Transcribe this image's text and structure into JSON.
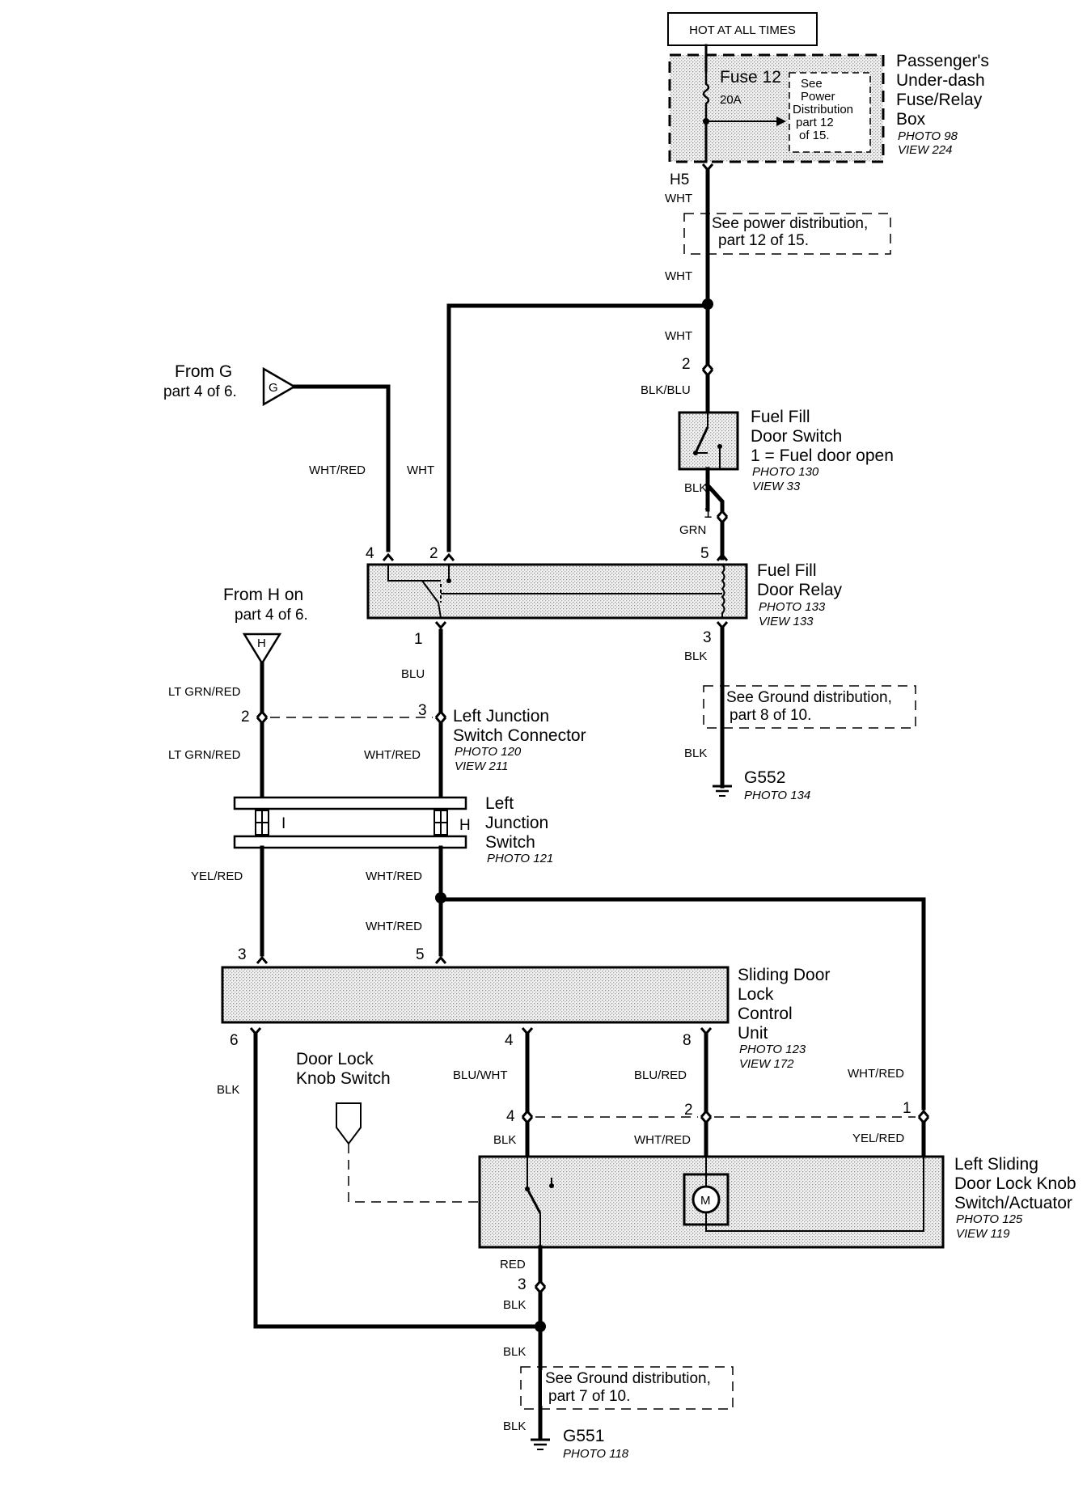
{
  "labels": {
    "hot": "HOT AT ALL TIMES",
    "fuse_box": [
      "Passenger's",
      "Under-dash",
      "Fuse/Relay",
      "Box"
    ],
    "fuse_box_photo": "PHOTO 98",
    "fuse_box_view": "VIEW 224",
    "fuse_name": "Fuse 12",
    "fuse_rating": "20A",
    "fuse_note": [
      "See",
      "Power",
      "Distribution",
      "part 12",
      "of 15."
    ],
    "h5": "H5",
    "power_note": [
      "See power distribution,",
      "part 12 of 15."
    ],
    "from_g": [
      "From G",
      "part 4 of 6."
    ],
    "g_sym": "G",
    "from_h": [
      "From H on",
      "part 4 of 6."
    ],
    "h_sym": "H",
    "fuel_switch": [
      "Fuel Fill",
      "Door Switch",
      "1 = Fuel door open"
    ],
    "fuel_switch_photo": "PHOTO 130",
    "fuel_switch_view": "VIEW 33",
    "relay": [
      "Fuel Fill",
      "Door Relay"
    ],
    "relay_photo": "PHOTO 133",
    "relay_view": "VIEW 133",
    "gnd8_note": [
      "See Ground distribution,",
      "part 8 of 10."
    ],
    "g552": "G552",
    "g552_photo": "PHOTO 134",
    "ljsc": [
      "Left Junction",
      "Switch Connector"
    ],
    "ljsc_photo": "PHOTO 120",
    "ljsc_view": "VIEW 211",
    "ljs": [
      "Left",
      "Junction",
      "Switch"
    ],
    "ljs_photo": "PHOTO 121",
    "ljs_pos_i": "I",
    "ljs_pos_h": "H",
    "sdlcu": [
      "Sliding Door",
      "Lock",
      "Control",
      "Unit"
    ],
    "sdlcu_photo": "PHOTO 123",
    "sdlcu_view": "VIEW 172",
    "knob_switch": [
      "Door Lock",
      "Knob Switch"
    ],
    "actuator": [
      "Left Sliding",
      "Door Lock Knob",
      "Switch/Actuator"
    ],
    "actuator_photo": "PHOTO 125",
    "actuator_view": "VIEW 119",
    "motor": "M",
    "gnd7_note": [
      "See Ground distribution,",
      "part 7 of 10."
    ],
    "g551": "G551",
    "g551_photo": "PHOTO 118"
  },
  "wires": {
    "wht_a": "WHT",
    "wht_b": "WHT",
    "wht_c": "WHT",
    "wht_d": "WHT",
    "blk_blu": "BLK/BLU",
    "blk_a": "BLK",
    "grn": "GRN",
    "wht_red_a": "WHT/RED",
    "blk_b": "BLK",
    "blk_c": "BLK",
    "lt_grn_red_a": "LT GRN/RED",
    "lt_grn_red_b": "LT GRN/RED",
    "blu": "BLU",
    "wht_red_b": "WHT/RED",
    "yel_red_a": "YEL/RED",
    "wht_red_c": "WHT/RED",
    "wht_red_d": "WHT/RED",
    "blk_d": "BLK",
    "blu_wht": "BLU/WHT",
    "blu_red": "BLU/RED",
    "wht_red_e": "WHT/RED",
    "blk_e": "BLK",
    "wht_red_f": "WHT/RED",
    "yel_red_b": "YEL/RED",
    "red": "RED",
    "blk_f": "BLK",
    "blk_g": "BLK",
    "blk_h": "BLK"
  },
  "pins": {
    "sw2": "2",
    "sw1": "1",
    "r4": "4",
    "r2": "2",
    "r5": "5",
    "r1": "1",
    "r3": "3",
    "j2": "2",
    "j3": "3",
    "u3": "3",
    "u5": "5",
    "u6": "6",
    "u4": "4",
    "u8": "8",
    "a4": "4",
    "a2": "2",
    "a1": "1",
    "a3": "3"
  }
}
